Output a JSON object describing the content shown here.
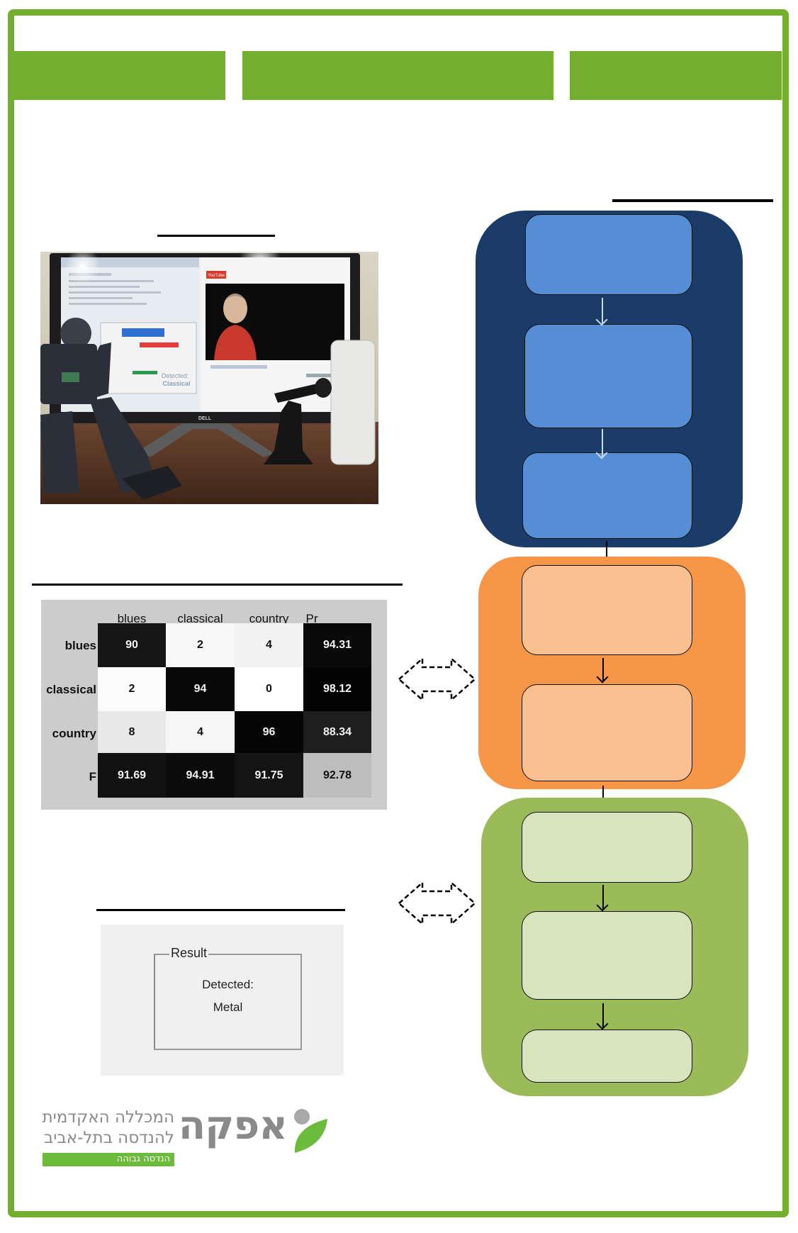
{
  "poster": {
    "brand_color": "#74ae2f",
    "header_bars": [
      "",
      "",
      ""
    ]
  },
  "photo": {
    "subject": "robot-listening-to-music",
    "screen_text_detected": "Detected:",
    "screen_text_genre": "Classical",
    "monitor_brand": "DELL",
    "video_site": "YouTube"
  },
  "confusion_matrix": {
    "column_headers": [
      "blues",
      "classical",
      "country",
      "Pr"
    ],
    "rows": [
      {
        "label": "blues",
        "values": [
          "90",
          "2",
          "4",
          "94.31"
        ]
      },
      {
        "label": "classical",
        "values": [
          "2",
          "94",
          "0",
          "98.12"
        ]
      },
      {
        "label": "country",
        "values": [
          "8",
          "4",
          "96",
          "88.34"
        ]
      },
      {
        "label": "F",
        "values": [
          "91.69",
          "94.91",
          "91.75",
          "92.78"
        ]
      }
    ],
    "cell_colors": [
      [
        "#161616",
        "#f8f8f8",
        "#f2f2f2",
        "#0a0a0a"
      ],
      [
        "#fbfbfb",
        "#080808",
        "#ffffff",
        "#030303"
      ],
      [
        "#e8e8e8",
        "#f6f6f6",
        "#050505",
        "#1e1e1e"
      ],
      [
        "#111111",
        "#0b0b0b",
        "#141414",
        "#bdbdbd"
      ]
    ]
  },
  "result_panel": {
    "legend": "Result",
    "line1": "Detected:",
    "line2": "Metal"
  },
  "flowchart": {
    "groups": [
      {
        "name": "blue",
        "outer": "#1b3c68",
        "inner": "#558ed5",
        "arrow": "#c6d9f1",
        "nodes": 3
      },
      {
        "name": "orange",
        "outer": "#f79646",
        "inner": "#fac090",
        "arrow": "#000000",
        "nodes": 2
      },
      {
        "name": "green",
        "outer": "#9bbb59",
        "inner": "#d7e4bd",
        "arrow": "#000000",
        "nodes": 3
      }
    ]
  },
  "logo": {
    "name": "אפקה",
    "line1": "המכללה האקדמית",
    "line2": "להנדסה בתל-אביב",
    "tagline": "הנדסה גבוהה",
    "leaf_color": "#6cbb3c",
    "dot_color": "#a8a8a8"
  }
}
